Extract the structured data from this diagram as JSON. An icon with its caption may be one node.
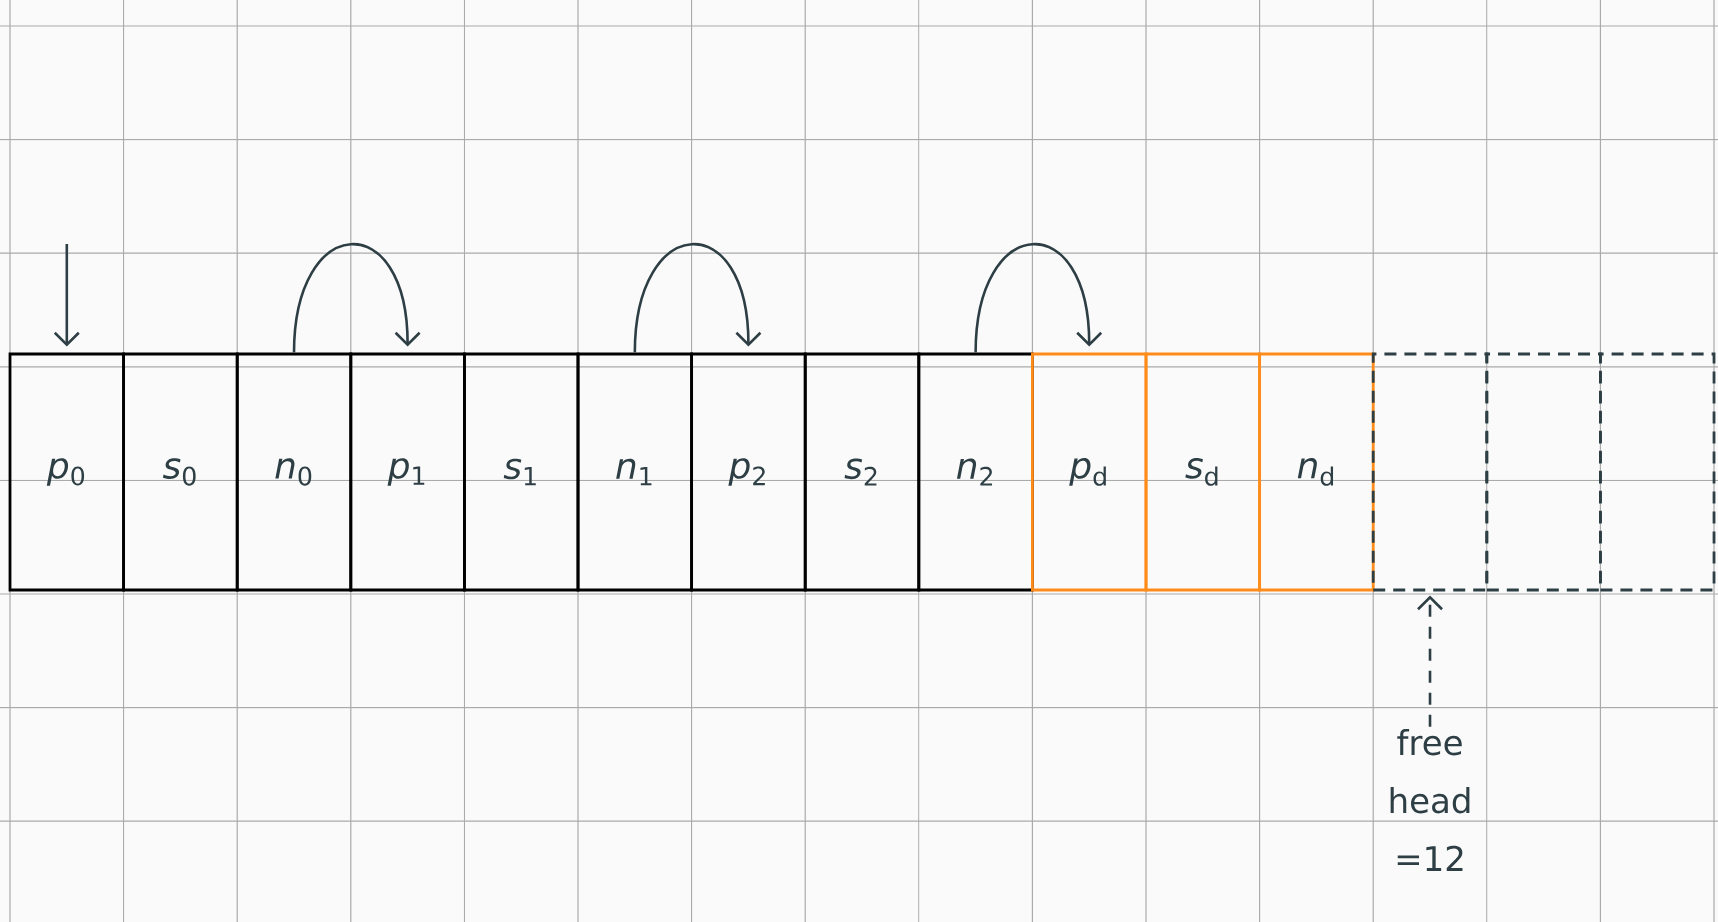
{
  "diagram": {
    "nodes": [
      {
        "text": [
          "*p*$_{0}$"
        ]
      },
      {
        "text": [
          "*s*$_{0}$"
        ]
      },
      {
        "text": [
          "*n*$_{0}$"
        ]
      },
      {
        "text": [
          "*p*$_{1}$"
        ]
      },
      {
        "text": [
          "*s*$_{1}$"
        ]
      },
      {
        "text": [
          "*n*$_{1}$"
        ]
      },
      {
        "text": [
          "*p*$_{2}$"
        ]
      },
      {
        "text": [
          "*s*$_{2}$"
        ]
      },
      {
        "text": [
          "*n*$_{2}$"
        ]
      },
      {
        "text": [
          "*p*$_{d}$"
        ]
      },
      {
        "text": [
          "*s*$_{d}$"
        ]
      },
      {
        "text": [
          "*n*$_{d}$"
        ]
      },
      {
        "text": [],
        "shape": "box"
      },
      {
        "text": [],
        "shape": "box"
      },
      {
        "text": [],
        "shape": "box"
      },
      {
        "text": [
          "free head =12"
        ]
      }
    ],
    "edges": [
      {
        "from": null,
        "to": 0,
        "arrow": "to"
      },
      {
        "from": 2,
        "to": 3,
        "arrow": "to"
      },
      {
        "from": 5,
        "to": 6,
        "arrow": "to"
      },
      {
        "from": 8,
        "to": 9,
        "arrow": "to"
      },
      {
        "from": 15,
        "to": 12,
        "arrow": "to",
        "style": "dashed"
      }
    ]
  }
}
